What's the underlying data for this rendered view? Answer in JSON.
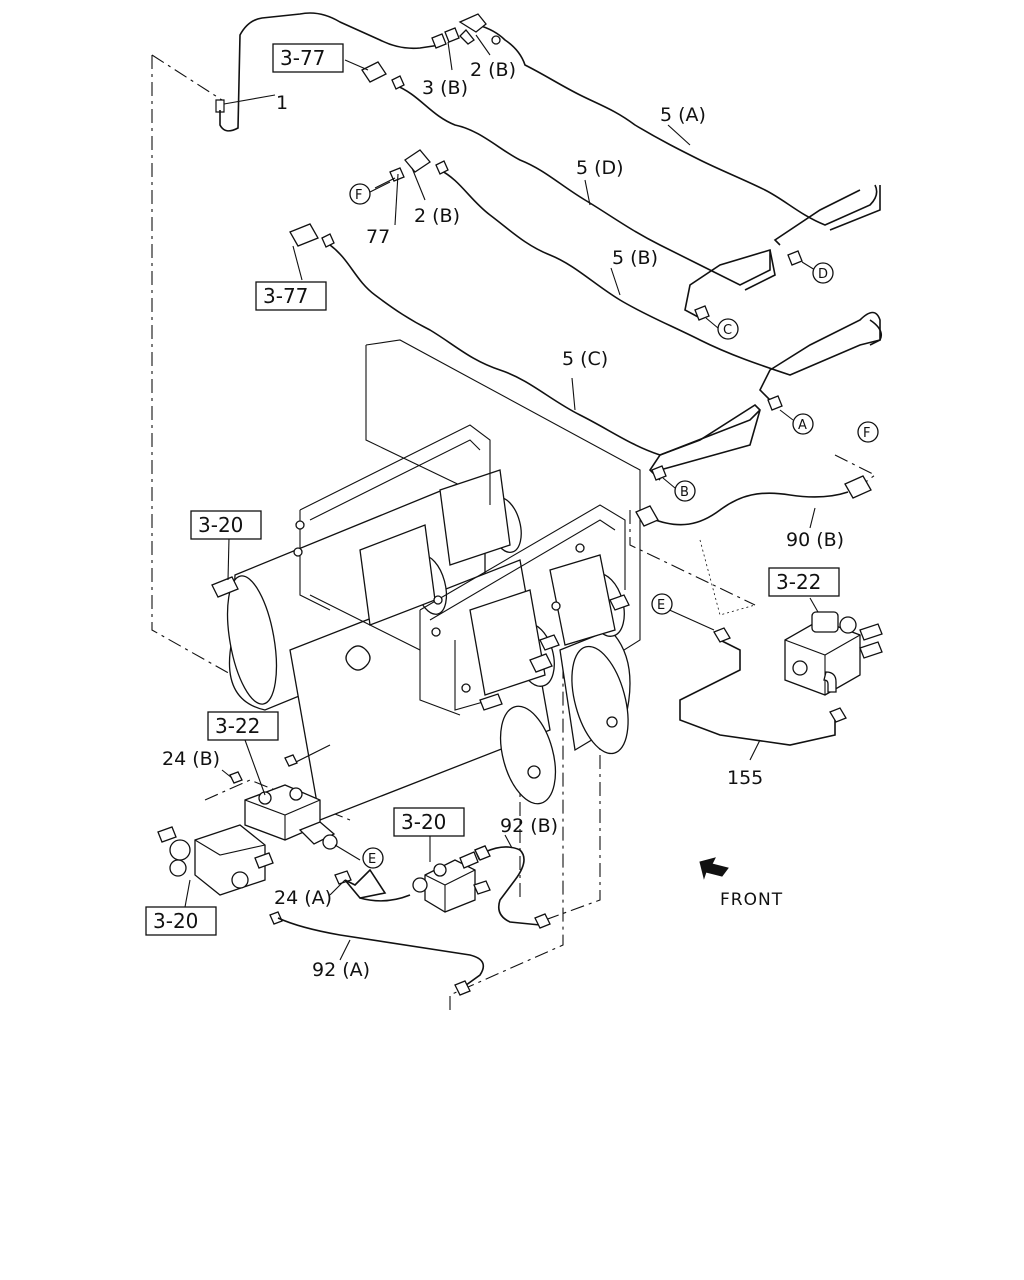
{
  "callouts": {
    "c1": "1",
    "c2b_top": "2 (B)",
    "c3b": "3 (B)",
    "c5a": "5 (A)",
    "c5d": "5 (D)",
    "c2b_mid": "2 (B)",
    "c77": "77",
    "c5b": "5 (B)",
    "c5c": "5 (C)",
    "c90b": "90 (B)",
    "c155": "155",
    "c24b": "24 (B)",
    "c24a": "24 (A)",
    "c92b": "92 (B)",
    "c92a": "92 (A)"
  },
  "refs": {
    "r377_top": "3-77",
    "r377_mid": "3-77",
    "r320_left": "3-20",
    "r322_right": "3-22",
    "r322_low": "3-22",
    "r320_mid": "3-20",
    "r320_bottom": "3-20"
  },
  "circles": {
    "F_left": "F",
    "D": "D",
    "C": "C",
    "A": "A",
    "B": "B",
    "F_right": "F",
    "E_right": "E",
    "E_low": "E"
  },
  "front_label": "FRONT"
}
